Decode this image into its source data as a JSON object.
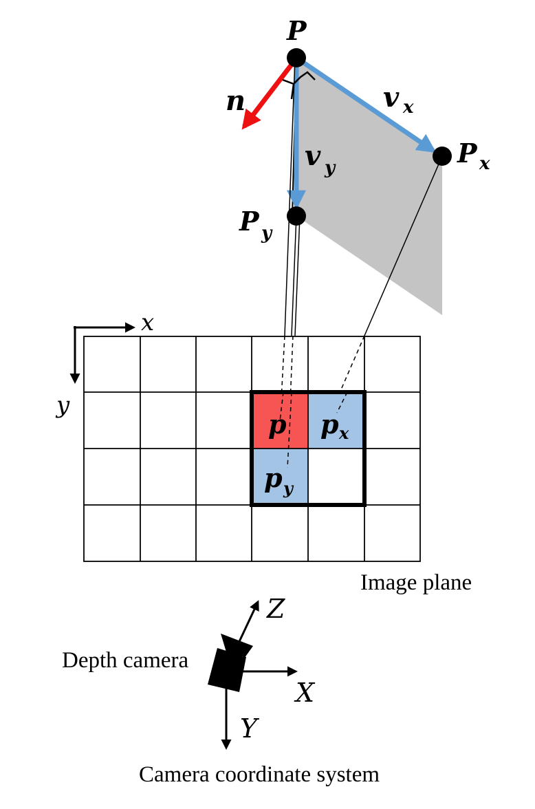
{
  "labels": {
    "point_P": "P",
    "normal_n": "n",
    "vector_vx_main": "v",
    "vector_vx_sub": "x",
    "vector_vy_main": "v",
    "vector_vy_sub": "y",
    "point_Px_main": "P",
    "point_Px_sub": "x",
    "point_Py_main": "P",
    "point_Py_sub": "y",
    "pixel_p": "p",
    "pixel_px_main": "p",
    "pixel_px_sub": "x",
    "pixel_py_main": "p",
    "pixel_py_sub": "y",
    "image_axis_x": "x",
    "image_axis_y": "y",
    "image_plane": "Image plane",
    "depth_camera": "Depth camera",
    "cam_axis_X": "X",
    "cam_axis_Y": "Y",
    "cam_axis_Z": "Z",
    "camera_coord_system": "Camera coordinate system"
  },
  "colors": {
    "normal_arrow": "#ee1111",
    "tangent_arrows": "#5b9bd5",
    "surface_patch": "#c4c4c4",
    "pixel_p": "#f75454",
    "pixel_neighbors": "#a3c4e4",
    "lines": "#000000"
  },
  "image_grid": {
    "columns": 6,
    "rows": 4
  }
}
